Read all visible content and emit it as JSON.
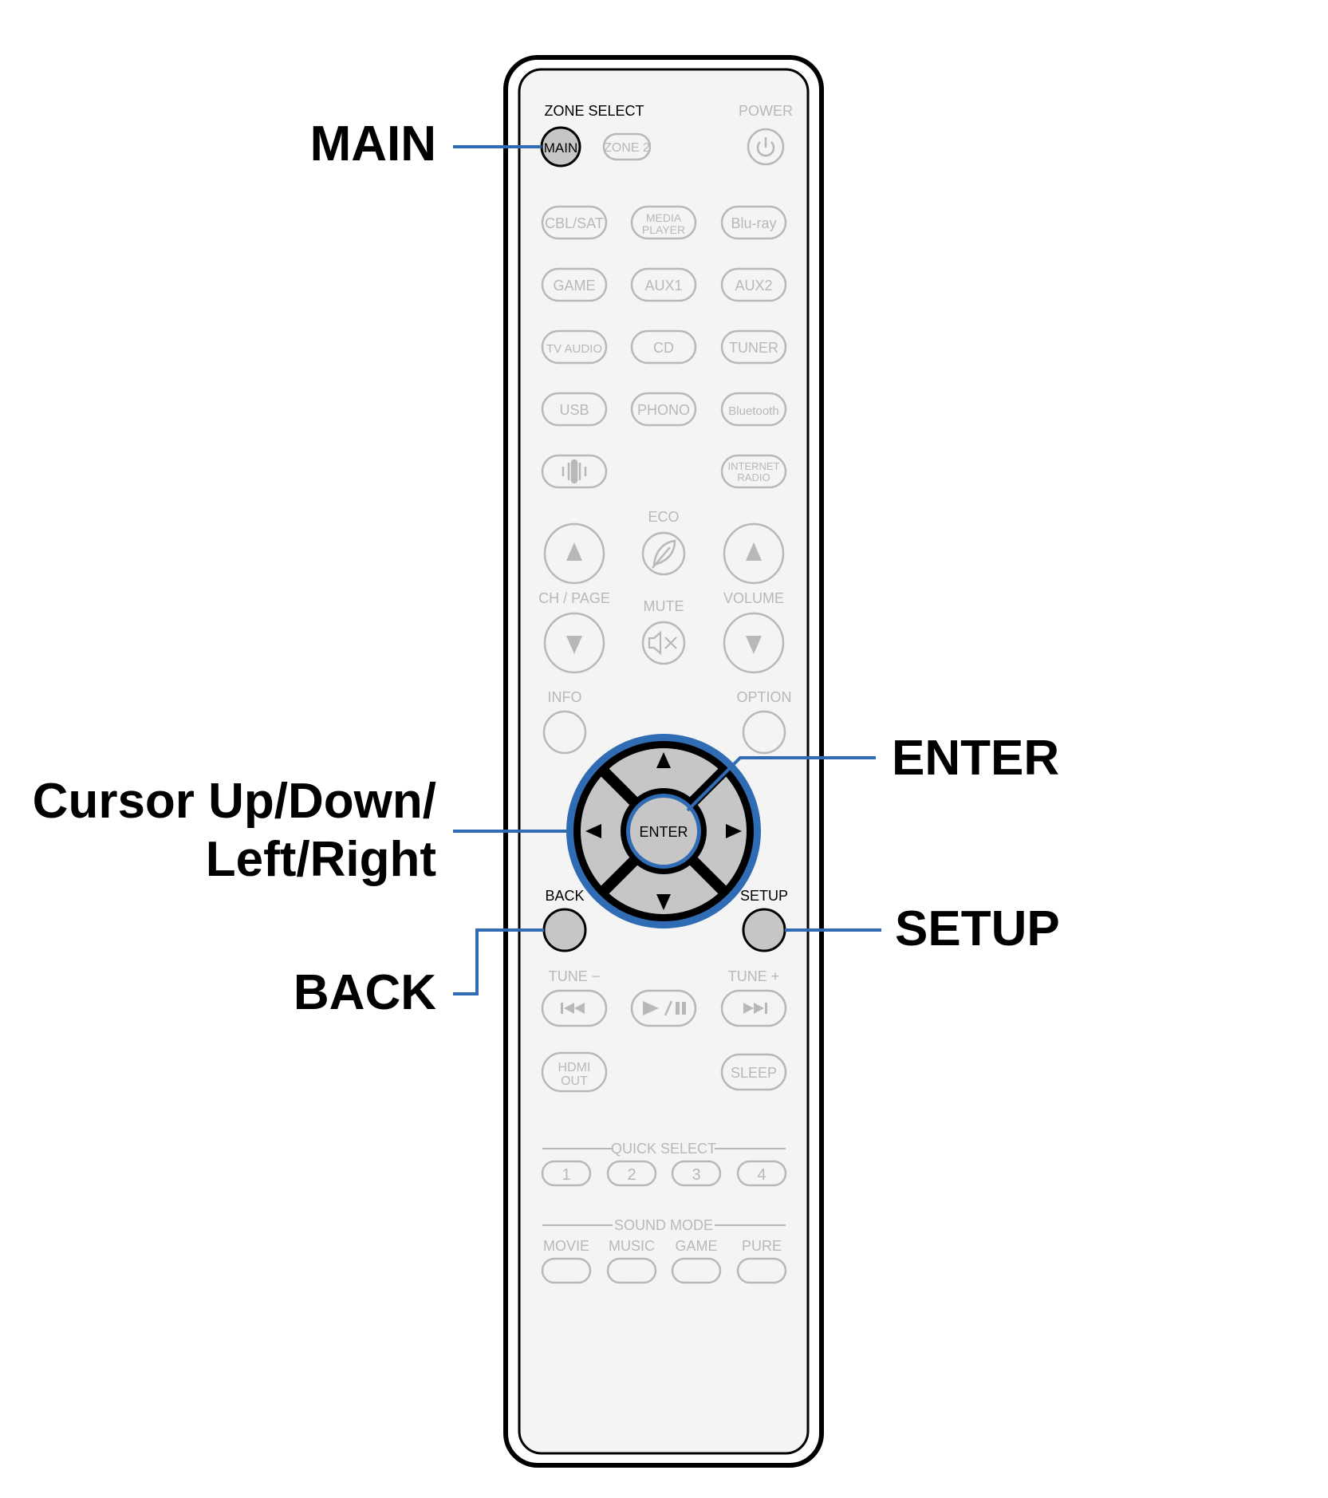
{
  "callouts": {
    "main": "MAIN",
    "cursor_line1": "Cursor Up/Down/",
    "cursor_line2": "Left/Right",
    "enter": "ENTER",
    "setup": "SETUP",
    "back": "BACK"
  },
  "remote": {
    "zone_select": "ZONE SELECT",
    "power": "POWER",
    "main_btn": "MAIN",
    "zone2_btn": "ZONE 2",
    "inputs_row1": [
      "CBL/SAT",
      "MEDIA",
      "PLAYER",
      "Blu-ray"
    ],
    "inputs_row2": [
      "GAME",
      "AUX1",
      "AUX2"
    ],
    "inputs_row3": [
      "TV AUDIO",
      "CD",
      "TUNER"
    ],
    "inputs_row4": [
      "USB",
      "PHONO",
      "Bluetooth"
    ],
    "internet_radio": [
      "INTERNET",
      "RADIO"
    ],
    "eco": "ECO",
    "ch_page": "CH / PAGE",
    "mute": "MUTE",
    "volume": "VOLUME",
    "info": "INFO",
    "option": "OPTION",
    "enter_btn": "ENTER",
    "back_btn": "BACK",
    "setup_btn": "SETUP",
    "tune_minus": "TUNE −",
    "tune_plus": "TUNE +",
    "hdmi_out": [
      "HDMI",
      "OUT"
    ],
    "sleep": "SLEEP",
    "quick_select": "QUICK SELECT",
    "quick_numbers": [
      "1",
      "2",
      "3",
      "4"
    ],
    "sound_mode": "SOUND MODE",
    "sound_modes": [
      "MOVIE",
      "MUSIC",
      "GAME",
      "PURE"
    ]
  },
  "colors": {
    "callout_line": "#2f6cb3",
    "button_grey": "#b8b8b8",
    "highlight_fill": "#c6c6c6",
    "body_fill": "#f4f4f4"
  }
}
